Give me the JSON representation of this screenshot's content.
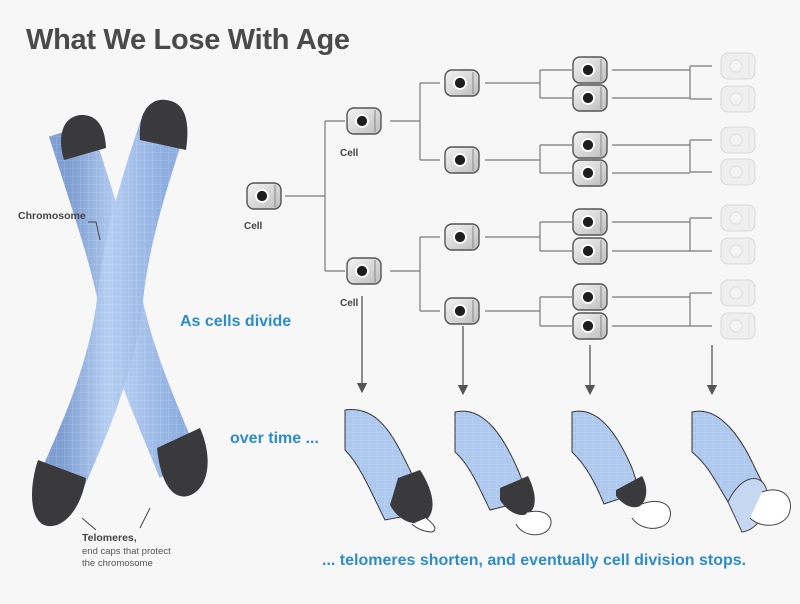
{
  "title": "What We Lose With Age",
  "labels": {
    "chromosome": "Chromosome",
    "cell_root": "Cell",
    "cell_upper": "Cell",
    "cell_lower": "Cell",
    "telomeres_title": "Telomeres,",
    "telomeres_desc_1": "end caps that protect",
    "telomeres_desc_2": "the chromosome",
    "as_cells_divide": "As cells divide",
    "over_time": "over time ...",
    "conclusion": "... telomeres shorten, and eventually cell division stops."
  },
  "colors": {
    "chromosome_body": "#aec8ee",
    "chromosome_dark": "#7f9fd2",
    "telomere": "#3a3a3d",
    "accent_text": "#2d8cc9",
    "title_text": "#4a4a4a",
    "cell_body": "#dcdcdc",
    "faded_cell": "#efefef"
  },
  "icons": {
    "cell": "cell-icon",
    "faded_cell": "faded-cell-icon",
    "arrow": "down-arrow-icon"
  },
  "generations": [
    "1 cell",
    "2 cells",
    "4 cells",
    "8 cells",
    "8 faded cells"
  ]
}
